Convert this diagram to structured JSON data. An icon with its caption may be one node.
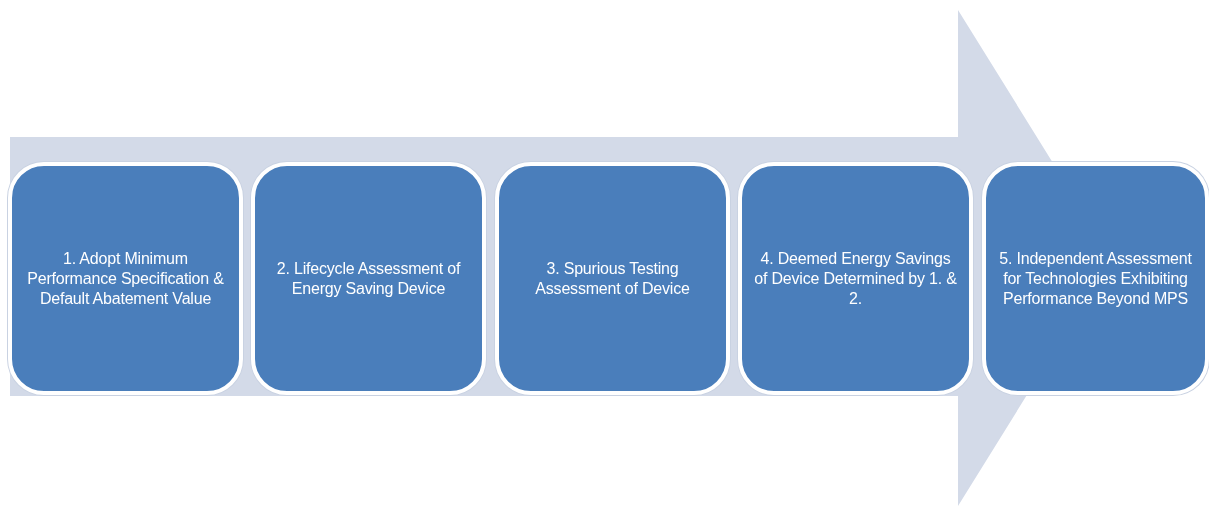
{
  "diagram": {
    "nodes": [
      {
        "text": [
          "1. Adopt Minimum Performance Specification & Default Abatement Value"
        ]
      },
      {
        "text": [
          "2. Lifecycle Assessment of Energy Saving Device"
        ]
      },
      {
        "text": [
          "3. Spurious Testing Assessment of Device"
        ]
      },
      {
        "text": [
          "4. Deemed Energy Savings of Device Determined by 1. & 2."
        ]
      },
      {
        "text": [
          "5. Independent Assessment for Technologies Exhibiting Performance Beyond MPS"
        ]
      }
    ]
  }
}
